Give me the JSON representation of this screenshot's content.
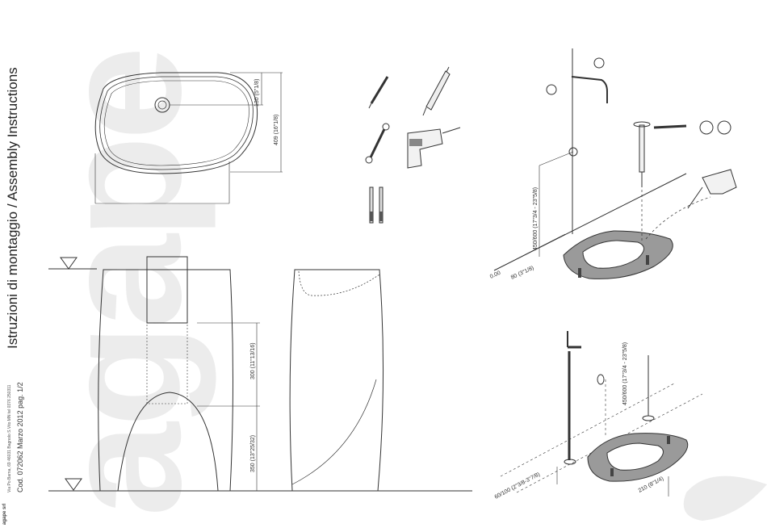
{
  "brand": {
    "watermark": "agape",
    "company": "agape srl",
    "address": "Via Po Barna, 69 46031 Bagnolo S.Vito MN tel 0376 250311"
  },
  "document": {
    "title": "Istruzioni di montaggio / Assembly Instructions",
    "code": "Cod. 072062 Marzo 2012 pag. 1/2"
  },
  "top_view": {
    "dim_drain": "130 (5\"1/8)",
    "dim_depth": "409 (16\"1/8)"
  },
  "elevation": {
    "dim_upper": "300 (11\"13/16)",
    "dim_lower": "350 (13\"25/32)"
  },
  "wall_mount": {
    "dim_height": "450/600 (17\"3/4 - 23\"5/8)",
    "dim_floor": "0.00",
    "dim_offset": "80 (3\"1/8)"
  },
  "floor_mount": {
    "dim_height": "450/600 (17\"3/4 - 23\"5/8)",
    "dim_left": "60/100 (2\"3/8-3\"7/8)",
    "dim_right": "210 (8\"1/4)"
  }
}
